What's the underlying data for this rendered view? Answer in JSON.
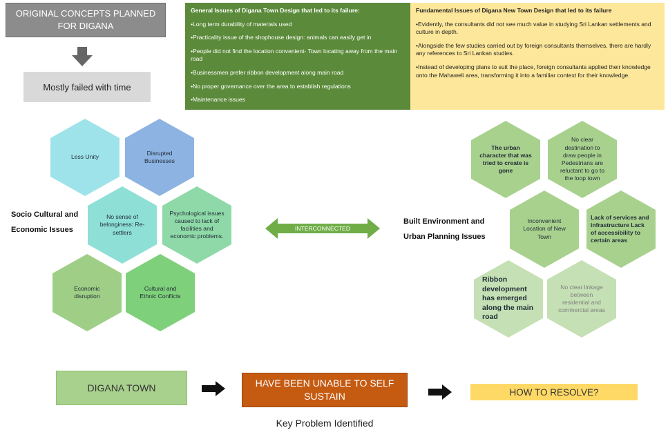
{
  "top_left": {
    "concepts_box": "ORIGINAL CONCEPTS PLANNED FOR DIGANA",
    "failed_box": "Mostly failed with time"
  },
  "general_issues": {
    "heading": "General Issues of Digana Town Design that led to its failure:",
    "items": [
      "•Long term durability of materials used",
      "•Practicality issue of the shophouse design: animals can easily get in",
      "•People did not find the location convenient- Town locating away from the main road",
      "•Businessmen prefer ribbon development along main road",
      "•No proper governance over the area to establish regulations",
      "•Maintenance issues"
    ]
  },
  "fundamental_issues": {
    "heading": "Fundamental Issues of Digana New Town Design that led to its failure",
    "items": [
      "•Evidently, the consultants did not see much value in studying Sri Lankan settlements and culture in depth.",
      "•Alongside the few studies carried out by foreign consultants themselves, there are hardly any references to Sri Lankan studies.",
      "•Instead of developing plans to suit the place, foreign consultants applied their knowledge onto the Mahaweli area, transforming it into a familiar context for their knowledge."
    ]
  },
  "socio": {
    "label": "Socio Cultural and Economic Issues",
    "hexes": [
      "Less Unity",
      "Disrupted Businesses",
      "No sense of belonginess: Re-settlers",
      "Psychological issues caused to lack of facilities and economic problems.",
      "Economic disruption",
      "Cultural and Ethnic Conflicts"
    ]
  },
  "interconnected": "INTERCONNECTED",
  "built": {
    "label": "Built Environment and Urban Planning Issues",
    "hexes": [
      "The urban character that was tried to create is gone",
      "No clear destination to draw people in Pedestrians are reluctant to go to the loop town",
      "Inconvenient Location of New Town",
      "Lack of services and infrastructure Lack of accessibility to certain areas",
      "Ribbon development has emerged along the main road",
      "No clear linkage between residential and commercial areas"
    ]
  },
  "bottom": {
    "town": "DIGANA TOWN",
    "problem": "HAVE BEEN UNABLE TO SELF SUSTAIN",
    "resolve": "HOW TO RESOLVE?",
    "caption": "Key Problem Identified"
  },
  "colors": {
    "green_panel": "#5b8a3a",
    "yellow_panel": "#fde79a",
    "problem_box": "#c55a11",
    "town_box": "#a9d18e",
    "resolve_box": "#ffd966"
  }
}
